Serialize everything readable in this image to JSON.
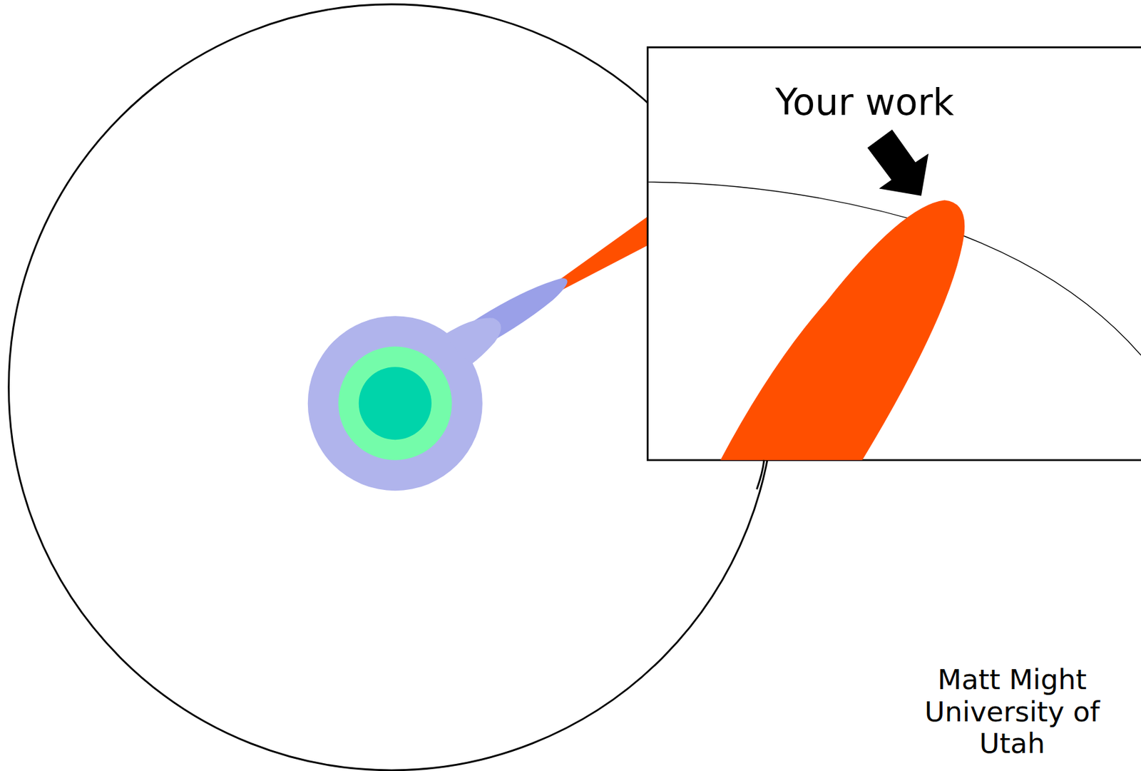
{
  "diagram": {
    "labels": [
      "Your work",
      "Matt Might",
      "University of Utah"
    ]
  }
}
